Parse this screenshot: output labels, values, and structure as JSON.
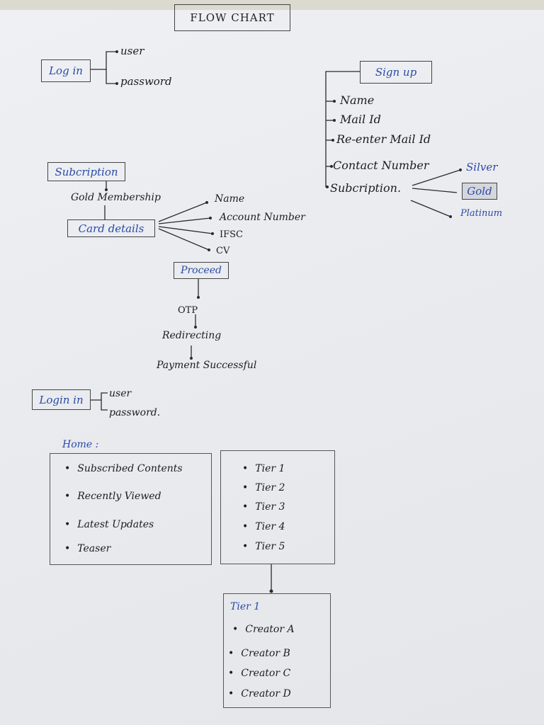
{
  "title": "FLOW CHART",
  "login": {
    "label": "Log in",
    "items": [
      "user",
      "password"
    ]
  },
  "signup": {
    "label": "Sign up",
    "items": [
      "Name",
      "Mail Id",
      "Re-enter Mail Id",
      "Contact Number",
      "Subcription."
    ],
    "tiers": [
      "Silver",
      "Gold",
      "Platinum"
    ]
  },
  "subscription": {
    "label": "Subcription",
    "plan": "Gold Membership",
    "card_label": "Card details",
    "card_fields": [
      "Name",
      "Account Number",
      "IFSC",
      "CV"
    ],
    "proceed_label": "Proceed",
    "steps": [
      "OTP",
      "Redirecting",
      "Payment Successful"
    ]
  },
  "login2": {
    "label": "Login in",
    "items": [
      "user",
      "password."
    ]
  },
  "home": {
    "label": "Home :",
    "contents": [
      "Subscribed Contents",
      "Recently Viewed",
      "Latest Updates",
      "Teaser"
    ],
    "tiers": [
      "Tier 1",
      "Tier 2",
      "Tier 3",
      "Tier 4",
      "Tier 5"
    ],
    "tier_detail": {
      "label": "Tier 1",
      "creators": [
        "Creator A",
        "Creator B",
        "Creator C",
        "Creator D"
      ]
    }
  }
}
